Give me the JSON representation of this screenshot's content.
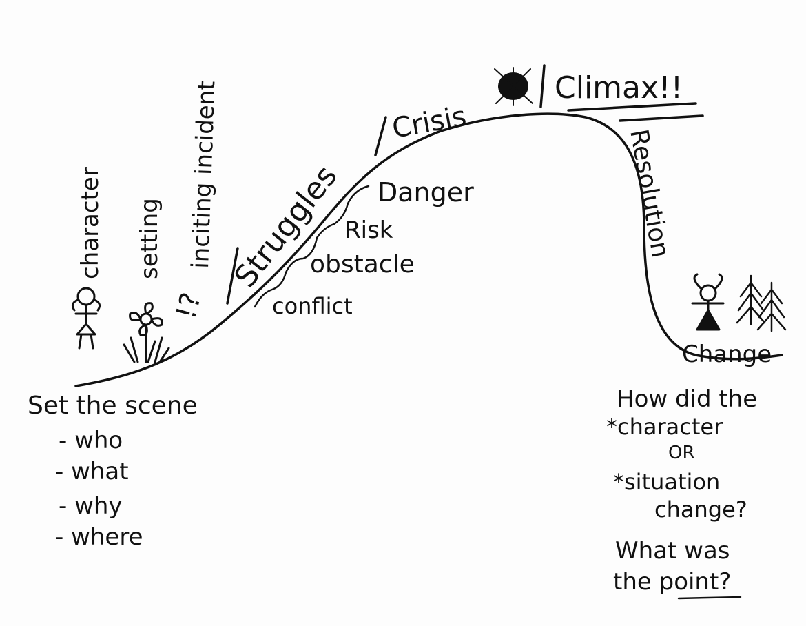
{
  "diagram": {
    "rising": {
      "character": "character",
      "setting": "setting",
      "inciting": "inciting incident",
      "marks": "!?",
      "struggles": "Struggles",
      "danger": "Danger",
      "risk": "Risk",
      "obstacle": "obstacle",
      "conflict": "conflict"
    },
    "crisis": "Crisis",
    "climax": "Climax!!",
    "resolution": "Resolution",
    "change": "Change",
    "set_scene": {
      "title": "Set the scene",
      "items": [
        "- who",
        "- what",
        "- why",
        "- where"
      ]
    },
    "questions": {
      "lines": [
        "How did the",
        "*character",
        "OR",
        "*situation",
        "change?",
        "What was",
        "the point?"
      ]
    },
    "colors": {
      "ink": "#111111",
      "paper": "#fdfdfd"
    }
  }
}
